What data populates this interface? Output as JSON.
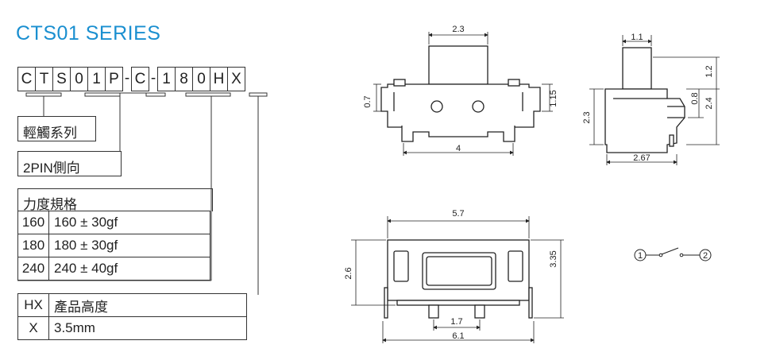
{
  "title": "CTS01  SERIES",
  "part_code": [
    "C",
    "T",
    "S",
    "0",
    "1",
    "P",
    "-",
    "C",
    "-",
    "1",
    "8",
    "0",
    "H",
    "X"
  ],
  "series_box": {
    "label": "輕觸系列"
  },
  "pin_box": {
    "label": "2PIN側向"
  },
  "force_table": {
    "header": "力度規格",
    "rows": [
      {
        "key": "160",
        "value": "160 ± 30gf"
      },
      {
        "key": "180",
        "value": "180 ± 30gf"
      },
      {
        "key": "240",
        "value": "240 ± 40gf"
      }
    ]
  },
  "height_table": {
    "rows": [
      {
        "key": "HX",
        "value": "產品高度"
      },
      {
        "key": "X",
        "value": "3.5mm"
      }
    ]
  },
  "dimensions": {
    "front_top_width": "2.3",
    "front_left": "0.7",
    "front_right": "1.15",
    "front_bottom": "4",
    "side_top": "1.1",
    "side_right_top": "1.2",
    "side_right_mid": "0.8",
    "side_right_full": "2.4",
    "side_left": "2.3",
    "side_bottom": "2.67",
    "bottom_width": "5.7",
    "bottom_left": "2.6",
    "bottom_right": "3.35",
    "bottom_pin": "1.7",
    "bottom_total": "6.1"
  },
  "schematic": {
    "pin1": "1",
    "pin2": "2"
  }
}
